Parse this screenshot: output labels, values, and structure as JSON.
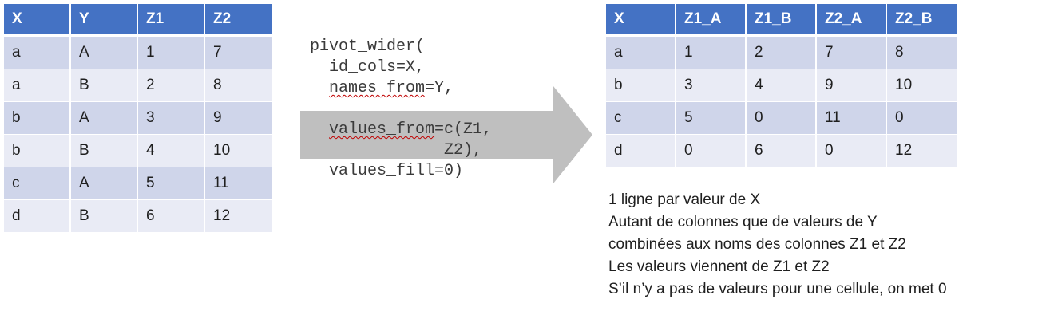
{
  "source_table": {
    "headers": [
      "X",
      "Y",
      "Z1",
      "Z2"
    ],
    "rows": [
      [
        "a",
        "A",
        "1",
        "7"
      ],
      [
        "a",
        "B",
        "2",
        "8"
      ],
      [
        "b",
        "A",
        "3",
        "9"
      ],
      [
        "b",
        "B",
        "4",
        "10"
      ],
      [
        "c",
        "A",
        "5",
        "11"
      ],
      [
        "d",
        "B",
        "6",
        "12"
      ]
    ]
  },
  "code": {
    "line1": "pivot_wider(",
    "line2": "  id_cols=X,",
    "line3_a": "  ",
    "line3_b": "names_from",
    "line3_c": "=Y,",
    "line4": "",
    "line5_a": "  ",
    "line5_b": "values_from",
    "line5_c": "=c(Z1,",
    "line6": "              Z2),",
    "line7": "  values_fill=0)"
  },
  "result_table": {
    "headers": [
      "X",
      "Z1_A",
      "Z1_B",
      "Z2_A",
      "Z2_B"
    ],
    "rows": [
      [
        "a",
        "1",
        "2",
        "7",
        "8"
      ],
      [
        "b",
        "3",
        "4",
        "9",
        "10"
      ],
      [
        "c",
        "5",
        "0",
        "11",
        "0"
      ],
      [
        "d",
        "0",
        "6",
        "0",
        "12"
      ]
    ]
  },
  "notes": [
    "1 ligne par valeur de X",
    "Autant de colonnes que de valeurs de Y",
    "combinées aux noms des colonnes Z1 et Z2",
    "Les valeurs viennent de Z1 et Z2",
    "S’il n’y a pas de valeurs pour une cellule, on met 0"
  ],
  "colors": {
    "header": "#4472c4",
    "row_odd": "#cfd5ea",
    "row_even": "#e9ebf5",
    "arrow": "#bfbfbf"
  }
}
